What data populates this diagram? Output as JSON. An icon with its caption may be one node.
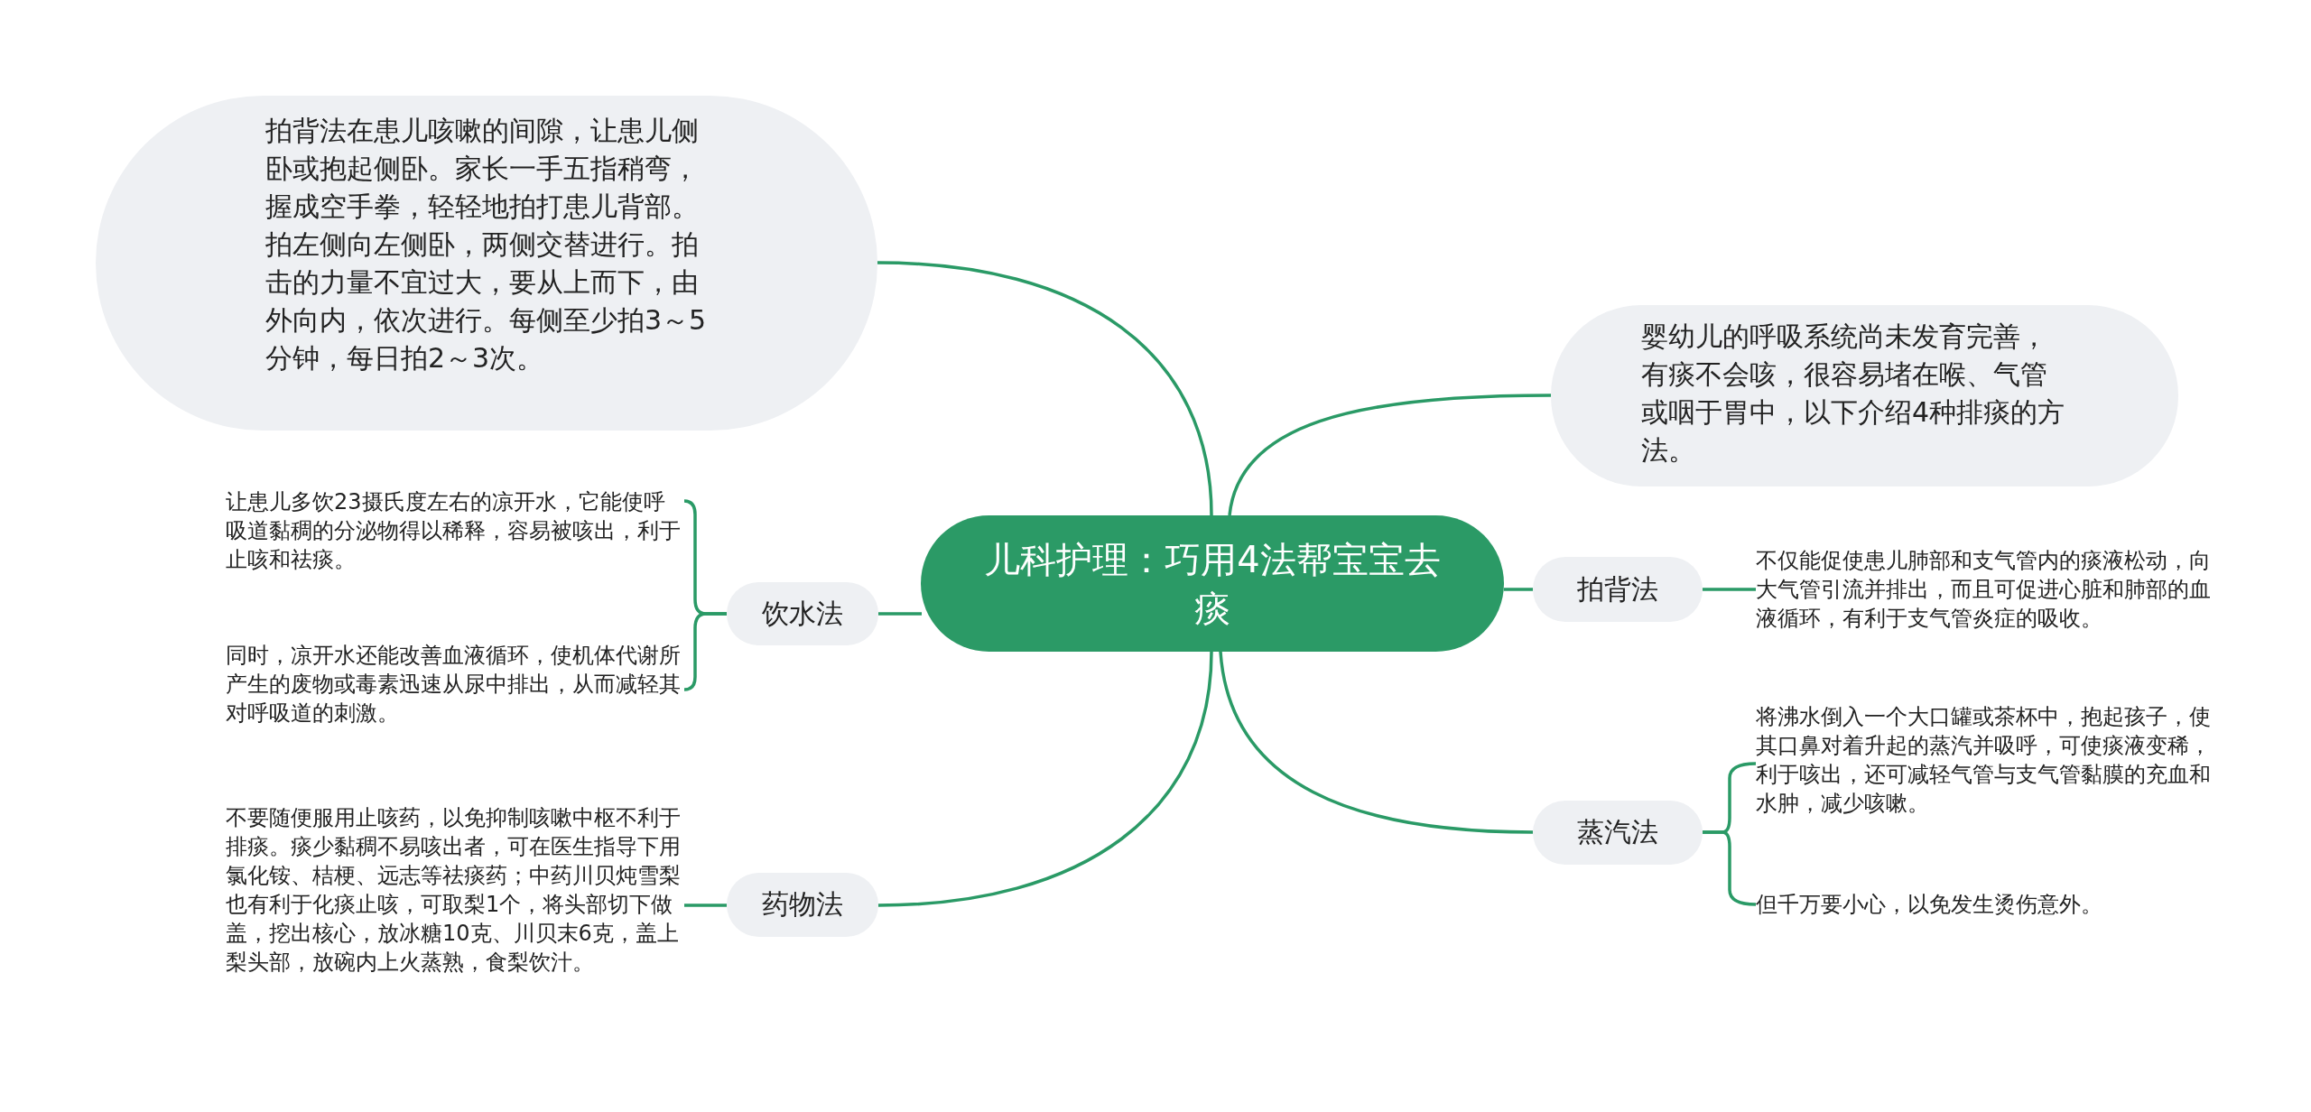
{
  "diagram": {
    "nodes": [
      {
        "text": [
          "儿科护理：巧用4法帮宝宝去痰"
        ]
      },
      {
        "text": [
          "拍背法在患儿咳嗽的间隙，让患儿侧卧或抱起侧卧。家长一手五指稍弯，握成空手拳，轻轻地拍打患儿背部。拍左侧向左侧卧，两侧交替进行。拍击的力量不宜过大，要从上而下，由外向内，依次进行。每侧至少拍3～5分钟，每日拍2～3次。"
        ]
      },
      {
        "text": [
          "婴幼儿的呼吸系统尚未发育完善，有痰不会咳，很容易堵在喉、气管或咽于胃中，以下介绍4种排痰的方法。"
        ]
      },
      {
        "text": [
          "饮水法"
        ]
      },
      {
        "text": [
          "让患儿多饮23摄氏度左右的凉开水，它能使呼吸道黏稠的分泌物得以稀释，容易被咳出，利于止咳和祛痰。"
        ]
      },
      {
        "text": [
          "同时，凉开水还能改善血液循环，使机体代谢所产生的废物或毒素迅速从尿中排出，从而减轻其对呼吸道的刺激。"
        ]
      },
      {
        "text": [
          "药物法"
        ]
      },
      {
        "text": [
          "不要随便服用止咳药，以免抑制咳嗽中枢不利于排痰。痰少黏稠不易咳出者，可在医生指导下用氯化铵、桔梗、远志等祛痰药；中药川贝炖雪梨也有利于化痰止咳，可取梨1个，将头部切下做盖，挖出核心，放冰糖10克、川贝末6克，盖上梨头部，放碗内上火蒸熟，食梨饮汁。"
        ]
      },
      {
        "text": [
          "拍背法"
        ]
      },
      {
        "text": [
          "不仅能促使患儿肺部和支气管内的痰液松动，向大气管引流并排出，而且可促进心脏和肺部的血液循环，有利于支气管炎症的吸收。"
        ]
      },
      {
        "text": [
          "蒸汽法"
        ]
      },
      {
        "text": [
          "将沸水倒入一个大口罐或茶杯中，抱起孩子，使其口鼻对着升起的蒸汽并吸呼，可使痰液变稀，利于咳出，还可减轻气管与支气管黏膜的充血和水肿，减少咳嗽。"
        ]
      },
      {
        "text": [
          "但千万要小心，以免发生烫伤意外。"
        ]
      }
    ],
    "edges": [
      {
        "from": 0,
        "to": 1,
        "arrow": "none"
      },
      {
        "from": 0,
        "to": 2,
        "arrow": "none"
      },
      {
        "from": 0,
        "to": 3,
        "arrow": "none"
      },
      {
        "from": 3,
        "to": 4,
        "arrow": "none"
      },
      {
        "from": 3,
        "to": 5,
        "arrow": "none"
      },
      {
        "from": 0,
        "to": 6,
        "arrow": "none"
      },
      {
        "from": 6,
        "to": 7,
        "arrow": "none"
      },
      {
        "from": 0,
        "to": 8,
        "arrow": "none"
      },
      {
        "from": 8,
        "to": 9,
        "arrow": "none"
      },
      {
        "from": 0,
        "to": 10,
        "arrow": "none"
      },
      {
        "from": 10,
        "to": 11,
        "arrow": "none"
      },
      {
        "from": 10,
        "to": 12,
        "arrow": "none"
      }
    ]
  }
}
